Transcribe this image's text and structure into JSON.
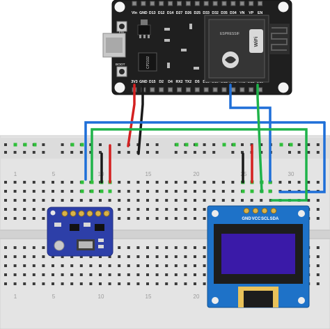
{
  "esp32": {
    "top_pins": [
      "VIn",
      "GND",
      "D13",
      "D12",
      "D14",
      "D27",
      "D26",
      "D25",
      "D33",
      "D32",
      "D35",
      "D34",
      "VN",
      "VP",
      "EN"
    ],
    "bottom_pins": [
      "3V3",
      "GND",
      "D15",
      "D2",
      "D4",
      "RX2",
      "TX2",
      "D5",
      "D18",
      "D19",
      "D21",
      "RXD",
      "TXD",
      "D22",
      "D23"
    ],
    "en_label": "EN",
    "boot_label": "BOOT",
    "uart_chip_label": "CP2102",
    "module_brand": "ESPRESSIF",
    "wifi_label": "WiFi"
  },
  "breadboard": {
    "column_numbers": [
      "1",
      "5",
      "10",
      "15",
      "20",
      "25",
      "30"
    ]
  },
  "oled": {
    "pins": [
      "GND",
      "VCC",
      "SCL",
      "SDA"
    ],
    "screen_color": "#3a1aa8"
  },
  "colors": {
    "wire_red": "#d42020",
    "wire_black": "#1a1a1a",
    "wire_blue": "#1e6fd8",
    "wire_green": "#1fb34a",
    "breadboard": "#e4e4e4",
    "board_pcb": "#1f1f1f",
    "oled_pcb": "#1e72c8",
    "sensor_pcb": "#2d3fa8"
  }
}
